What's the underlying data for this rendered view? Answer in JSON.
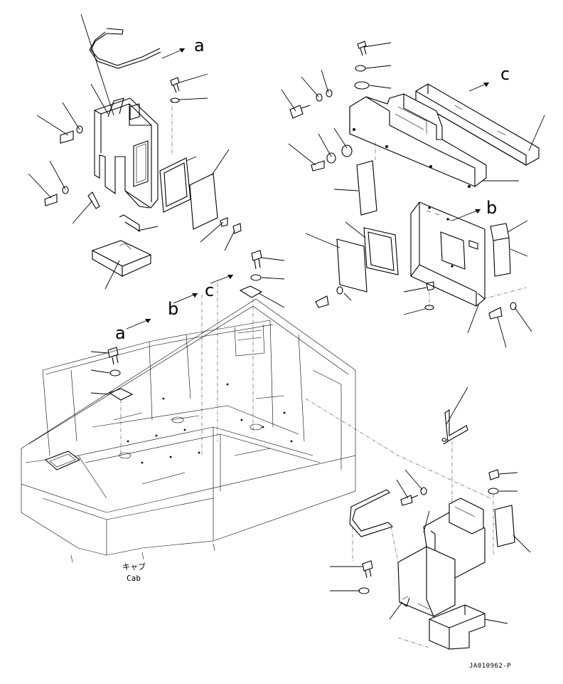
{
  "callouts": {
    "a_top": "a",
    "c_top": "c",
    "b_mid": "b",
    "c_mid": "c",
    "b_mid2": "b",
    "a_mid": "a"
  },
  "cab_label_jp": "キャブ",
  "cab_label_en": "Cab",
  "drawing_code": "JA010962-P"
}
